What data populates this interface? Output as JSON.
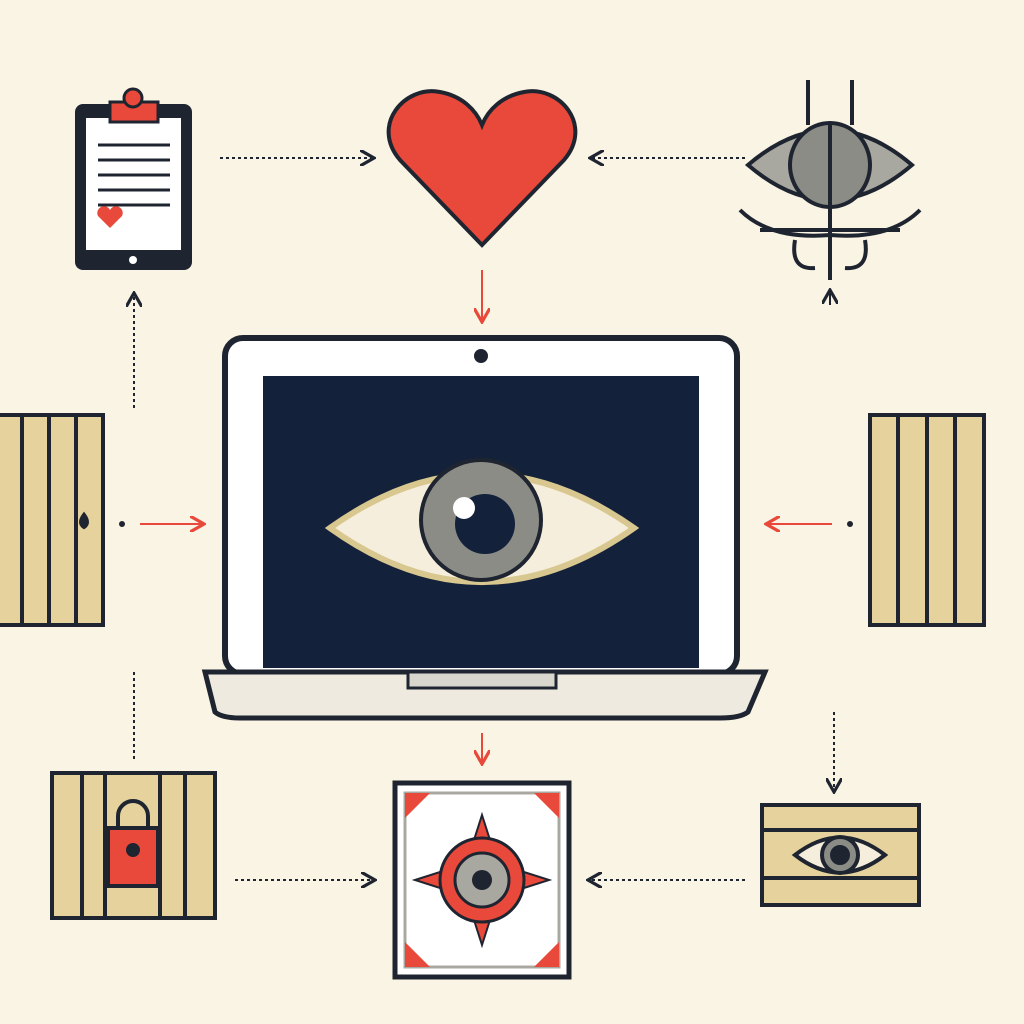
{
  "colors": {
    "background": "#f9f4e4",
    "outline": "#1f2530",
    "accent_red": "#e8493b",
    "wood": "#e6d29c",
    "screen": "#13213a",
    "iris": "#8c8c86",
    "eye_white": "#f5eedc"
  },
  "nodes": [
    {
      "id": "clipboard",
      "icon": "clipboard-heart-icon"
    },
    {
      "id": "heart",
      "icon": "heart-icon"
    },
    {
      "id": "eye-device",
      "icon": "eye-device-icon"
    },
    {
      "id": "laptop",
      "icon": "laptop-eye-icon"
    },
    {
      "id": "left-panel",
      "icon": "wooden-door-icon"
    },
    {
      "id": "right-panel",
      "icon": "wooden-panel-icon"
    },
    {
      "id": "locked-crate",
      "icon": "padlock-crate-icon"
    },
    {
      "id": "target-frame",
      "icon": "target-eye-icon"
    },
    {
      "id": "eye-plank",
      "icon": "eye-plank-icon"
    }
  ]
}
